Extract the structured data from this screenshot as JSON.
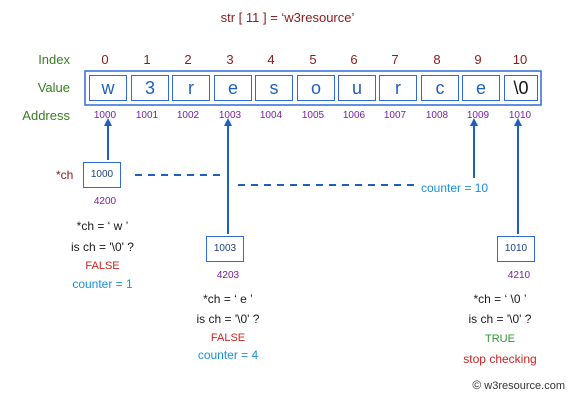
{
  "title": "str [ 11 ] = ‘w3resource’",
  "row_labels": {
    "index": "Index",
    "value": "Value",
    "address": "Address"
  },
  "cells": [
    {
      "index": "0",
      "value": "w",
      "address": "1000"
    },
    {
      "index": "1",
      "value": "3",
      "address": "1001"
    },
    {
      "index": "2",
      "value": "r",
      "address": "1002"
    },
    {
      "index": "3",
      "value": "e",
      "address": "1003"
    },
    {
      "index": "4",
      "value": "s",
      "address": "1004"
    },
    {
      "index": "5",
      "value": "o",
      "address": "1005"
    },
    {
      "index": "6",
      "value": "u",
      "address": "1006"
    },
    {
      "index": "7",
      "value": "r",
      "address": "1007"
    },
    {
      "index": "8",
      "value": "c",
      "address": "1008"
    },
    {
      "index": "9",
      "value": "e",
      "address": "1009"
    },
    {
      "index": "10",
      "value": "\\0",
      "address": "1010"
    }
  ],
  "pointer_label": "*ch",
  "pointers": [
    {
      "box": "1000",
      "address": "4200",
      "ch_line": "*ch = ‘ w ’",
      "check": "is ch = '\\0' ?",
      "result": "FALSE",
      "counter": "counter = 1"
    },
    {
      "box": "1003",
      "address": "4203",
      "ch_line": "*ch = ‘ e ’",
      "check": "is ch = '\\0' ?",
      "result": "FALSE",
      "counter": "counter = 4"
    },
    {
      "box": "1010",
      "address": "4210",
      "ch_line": "*ch = ‘ \\0 ’",
      "check": "is ch = '\\0' ?",
      "result": "TRUE",
      "final": "stop checking"
    }
  ],
  "counter_mid": "counter = 10",
  "watermark": {
    "symbol": "©",
    "text": "w3resource.com"
  },
  "colors": {
    "box_border": "#2f6ad8",
    "arrow": "#1f5fbf",
    "label_green": "#3a7d23",
    "maroon": "#8b1a1a",
    "purple": "#7a1fa2",
    "false_red": "#cc2222",
    "true_green": "#2e9a2e",
    "counter_blue": "#1a8fe0"
  }
}
